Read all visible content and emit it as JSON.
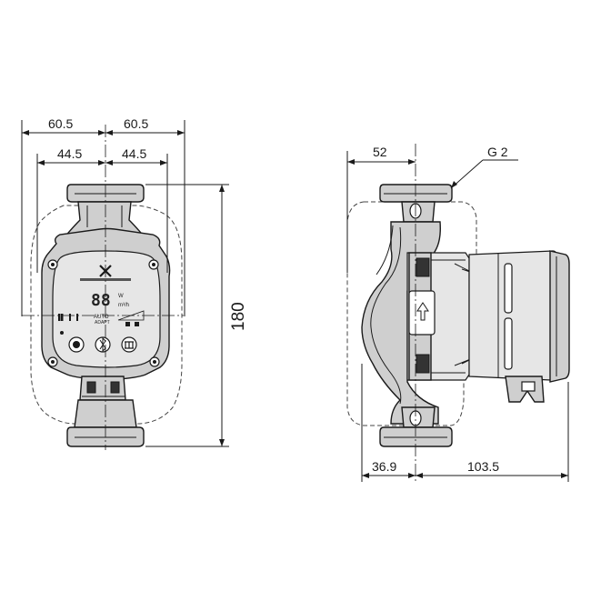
{
  "dimensions": {
    "left_half_width_outer": "60.5",
    "right_half_width_outer": "60.5",
    "left_half_width_inner": "44.5",
    "right_half_width_inner": "44.5",
    "overall_height": "180",
    "side_width": "52",
    "thread": "G 2",
    "base_left": "36.9",
    "base_right": "103.5"
  },
  "display": {
    "digits": "88",
    "unit_power": "W",
    "unit_flow": "m³/h",
    "mode_auto": "AUTO",
    "mode_adapt": "ADAPT"
  },
  "colors": {
    "line": "#1a1a1a",
    "body": "#cfcfcf",
    "background": "#ffffff"
  },
  "icons": [
    "grundfos-logo-icon",
    "speed-bars-icon",
    "mode-button-icon",
    "bluetooth-icon",
    "radiator-icon",
    "arrow-up-icon"
  ]
}
